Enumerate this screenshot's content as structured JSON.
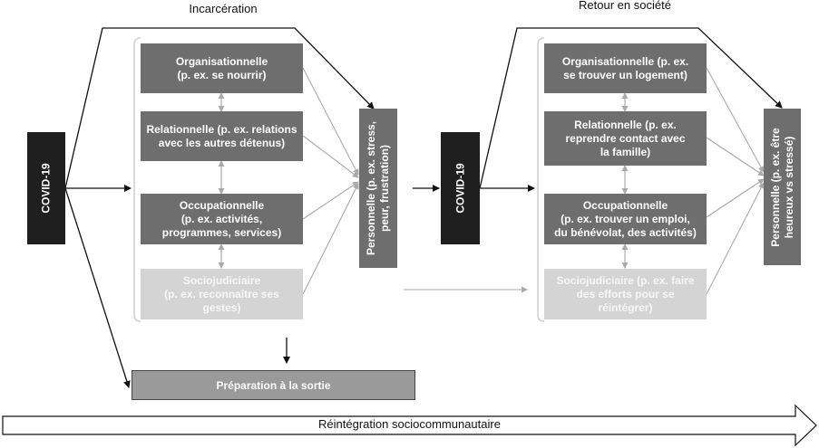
{
  "headers": {
    "left": "Incarcération",
    "right": "Retour en société"
  },
  "left_panel": {
    "covid": "COVID-19",
    "boxes": [
      {
        "line1": "Organisationnelle",
        "line2": "(p. ex. se nourrir)"
      },
      {
        "line1": "Relationnelle (p. ex. relations",
        "line2": "avec les autres détenus)"
      },
      {
        "line1": "Occupationnelle",
        "line2": "(p. ex. activités,",
        "line3": "programmes, services)"
      },
      {
        "line1": "Sociojudiciaire",
        "line2": "(p. ex. reconnaître ses gestes)"
      }
    ],
    "personal": {
      "line1": "Personnelle (p. ex. stress,",
      "line2": "peur, frustration)"
    },
    "preparation": "Préparation à la sortie"
  },
  "right_panel": {
    "covid": "COVID-19",
    "boxes": [
      {
        "line1": "Organisationnelle (p. ex.",
        "line2": "se trouver un logement)"
      },
      {
        "line1": "Relationnelle (p. ex.",
        "line2": "reprendre contact avec",
        "line3": "la famille)"
      },
      {
        "line1": "Occupationnelle",
        "line2": "(p. ex. trouver un emploi,",
        "line3": "du bénévolat, des activités)"
      },
      {
        "line1": "Sociojudiciaire (p. ex. faire",
        "line2": "des efforts pour se réintégrer)"
      }
    ],
    "personal": {
      "line1": "Personnelle (p. ex. être",
      "line2": "heureux vs stressé)"
    }
  },
  "bottom_arrow": "Réintégration sociocommunautaire"
}
